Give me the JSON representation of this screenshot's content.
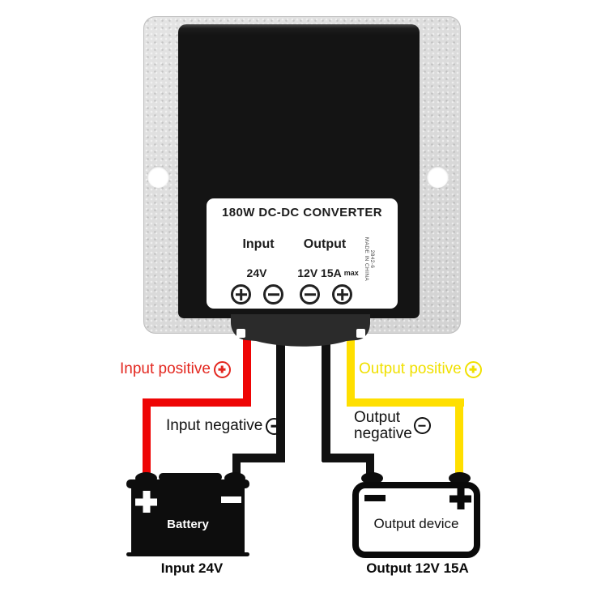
{
  "converter": {
    "title": "180W DC-DC CONVERTER",
    "input_heading": "Input",
    "output_heading": "Output",
    "input_value": "24V",
    "output_value": "12V 15A",
    "output_max": "max",
    "side_code": "2842-6",
    "side_origin": "MADE IN CHINA",
    "terminals": [
      {
        "name": "input-positive",
        "symbol": "+"
      },
      {
        "name": "input-negative",
        "symbol": "-"
      },
      {
        "name": "output-negative",
        "symbol": "-"
      },
      {
        "name": "output-positive",
        "symbol": "+"
      }
    ]
  },
  "wire_labels": {
    "input_positive": {
      "text": "Input positive",
      "symbol": "⊕"
    },
    "input_negative": {
      "text": "Input negative",
      "symbol": "⊖"
    },
    "output_positive": {
      "text": "Output positive",
      "symbol": "⊕"
    },
    "output_negative": {
      "line1": "Output",
      "line2": "negative",
      "symbol": "⊖"
    }
  },
  "battery": {
    "positive_mark": "+",
    "negative_mark": "-",
    "label": "Battery",
    "caption": "Input 24V"
  },
  "output_device": {
    "negative_mark": "-",
    "positive_mark": "+",
    "label": "Output device",
    "caption": "Output 12V 15A"
  },
  "colors": {
    "wire_red": "#ee0505",
    "wire_yellow": "#ffdf00",
    "wire_black": "#111111",
    "label_red": "#e3271f",
    "label_yellow": "#f0e000",
    "plate_gray": "#d8d8d8",
    "device_black": "#141414"
  }
}
